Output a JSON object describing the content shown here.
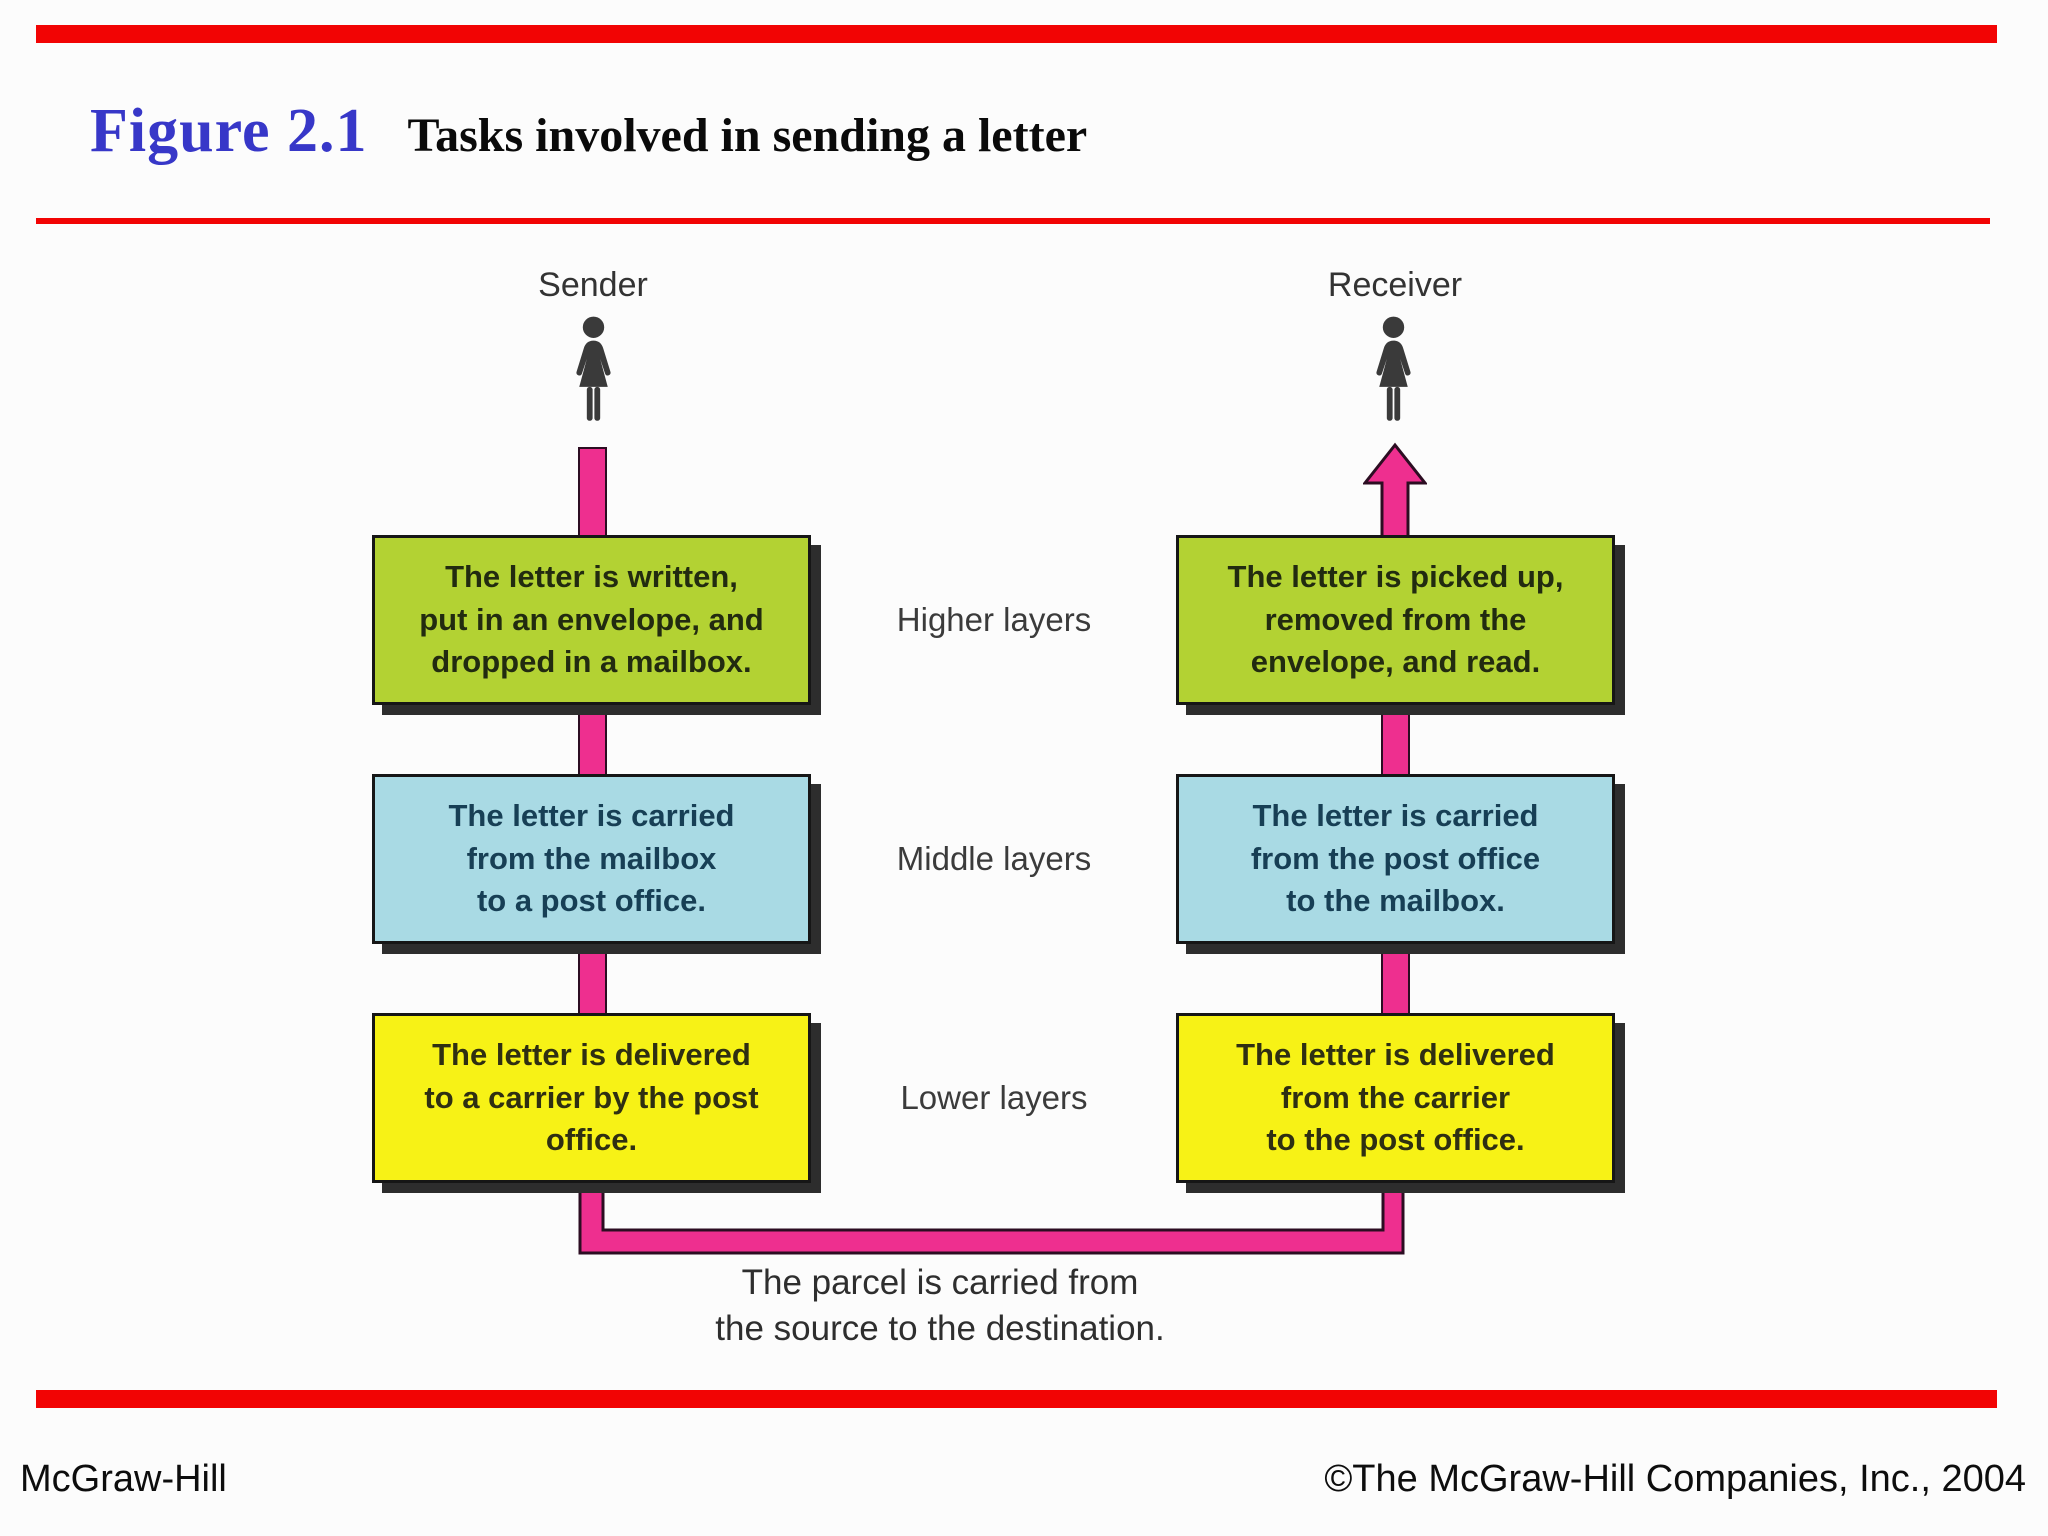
{
  "slide": {
    "figure_label": "Figure 2.1",
    "title": "Tasks involved in sending a letter"
  },
  "diagram": {
    "sender_label": "Sender",
    "receiver_label": "Receiver",
    "rows": [
      {
        "layer": "Higher layers",
        "left": "The letter is written,\nput in an envelope, and\ndropped in a mailbox.",
        "right": "The letter is picked up,\nremoved from the\nenvelope, and read."
      },
      {
        "layer": "Middle layers",
        "left": "The letter is carried\nfrom the mailbox\nto a post office.",
        "right": "The letter is carried\nfrom the post office\nto the mailbox."
      },
      {
        "layer": "Lower layers",
        "left": "The letter is delivered\nto a carrier by the post\noffice.",
        "right": "The letter is delivered\nfrom the carrier\nto the post office."
      }
    ],
    "caption": "The parcel is carried from\nthe source to the destination."
  },
  "footer": {
    "left": "McGraw-Hill",
    "right": "©The McGraw-Hill Companies, Inc., 2004"
  },
  "colors": {
    "accent_red": "#f20404",
    "figure_label_blue": "#3737c8",
    "row_higher_fill": "#b3d233",
    "row_middle_fill": "#a9dae4",
    "row_lower_fill": "#f7f216",
    "connector_pink": "#ee2f8f"
  }
}
